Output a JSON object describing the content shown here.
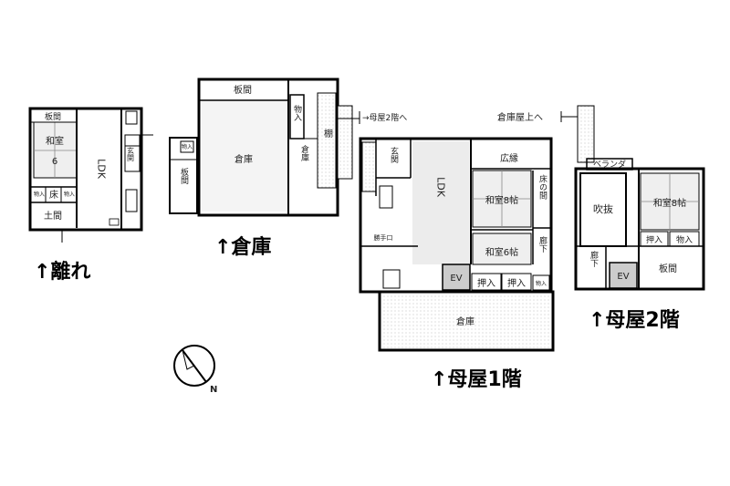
{
  "annex": {
    "caption": "↑離れ",
    "rooms": {
      "itama": "板間",
      "washitsu": "和室",
      "washitsu_size": "6",
      "ldk": "LDK",
      "genkan": "玄関",
      "monoire_a": "物入",
      "toko": "床",
      "monoire_b": "物入",
      "doma": "土間"
    }
  },
  "warehouse": {
    "caption": "↑倉庫",
    "rooms": {
      "itama_top": "板間",
      "monoire": "物入",
      "monoire_small": "物入",
      "soko_main": "倉庫",
      "soko_side": "倉庫",
      "tana": "棚",
      "itama_left": "板間"
    },
    "stair_note": "→母屋2階へ"
  },
  "main1": {
    "caption": "↑母屋1階",
    "rooms": {
      "genkan": "玄関",
      "ldk": "LDK",
      "hiroen": "広縁",
      "washitsu8": "和室8帖",
      "tokonoma": "床の間",
      "washitsu6": "和室6帖",
      "roka": "廊下",
      "ev": "EV",
      "oshiire1": "押入",
      "oshiire2": "押入",
      "monoire": "物入",
      "katteguchi": "勝手口",
      "soko": "倉庫"
    }
  },
  "main2": {
    "caption": "↑母屋2階",
    "stair_note": "倉庫屋上へ",
    "rooms": {
      "veranda": "ベランダ",
      "fukinuke": "吹抜",
      "washitsu8": "和室8帖",
      "oshiire": "押入",
      "monoire": "物入",
      "roka": "廊下",
      "ev": "EV",
      "itama": "板間"
    }
  },
  "compass": {
    "north_label": "N",
    "icon": "compass-icon"
  }
}
